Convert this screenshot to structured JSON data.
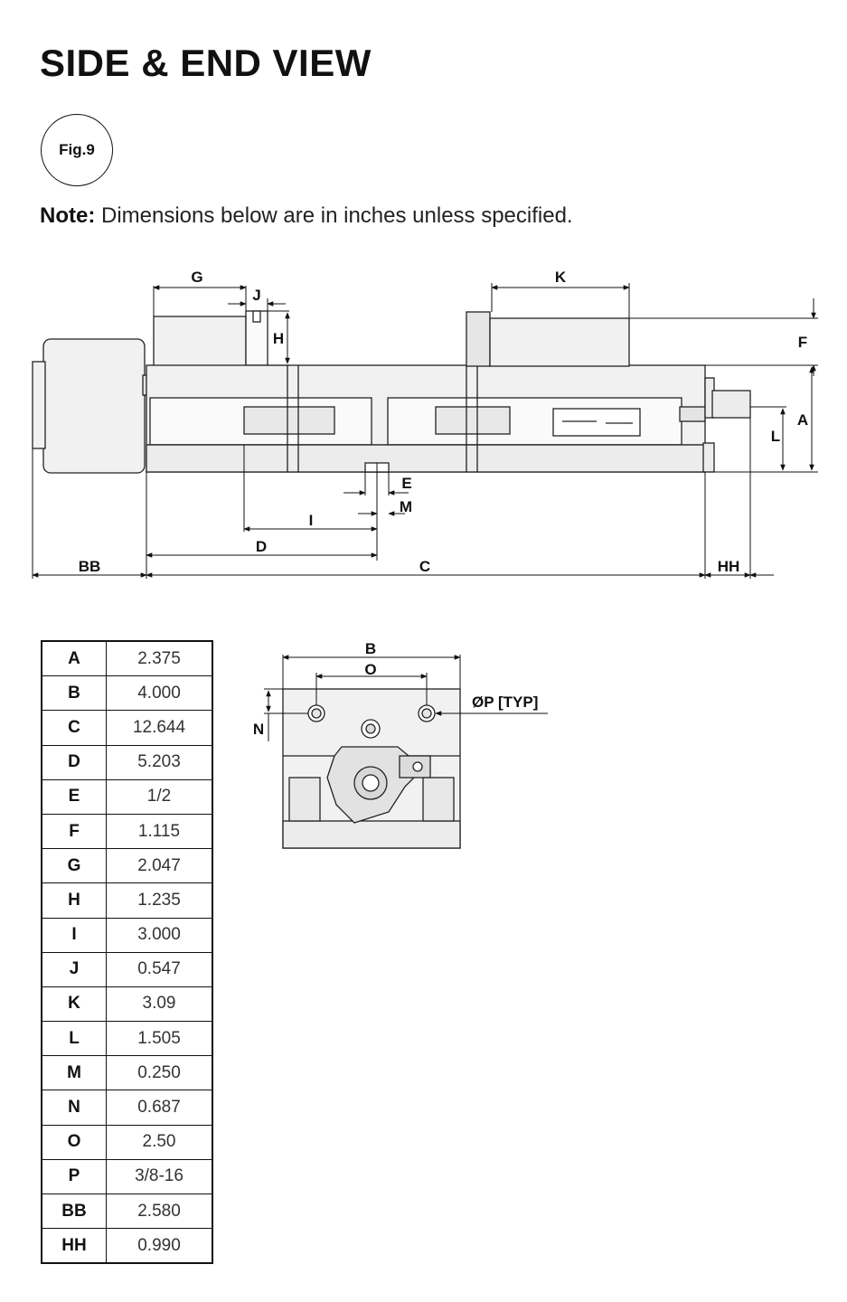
{
  "header": {
    "title": "SIDE & END VIEW",
    "figure_label": "Fig.9"
  },
  "note": {
    "label": "Note:",
    "text": " Dimensions below are in inches unless specified."
  },
  "side_view_labels": {
    "G": "G",
    "J": "J",
    "H": "H",
    "K": "K",
    "F": "F",
    "A": "A",
    "L": "L",
    "E": "E",
    "M": "M",
    "I": "I",
    "D": "D",
    "BB": "BB",
    "C": "C",
    "HH": "HH"
  },
  "end_view_labels": {
    "B": "B",
    "O": "O",
    "N": "N",
    "P": "ØP [TYP]"
  },
  "dimensions": [
    {
      "key": "A",
      "value": "2.375"
    },
    {
      "key": "B",
      "value": "4.000"
    },
    {
      "key": "C",
      "value": "12.644"
    },
    {
      "key": "D",
      "value": "5.203"
    },
    {
      "key": "E",
      "value": "1/2"
    },
    {
      "key": "F",
      "value": "1.115"
    },
    {
      "key": "G",
      "value": "2.047"
    },
    {
      "key": "H",
      "value": "1.235"
    },
    {
      "key": "I",
      "value": "3.000"
    },
    {
      "key": "J",
      "value": "0.547"
    },
    {
      "key": "K",
      "value": "3.09"
    },
    {
      "key": "L",
      "value": "1.505"
    },
    {
      "key": "M",
      "value": "0.250"
    },
    {
      "key": "N",
      "value": "0.687"
    },
    {
      "key": "O",
      "value": "2.50"
    },
    {
      "key": "P",
      "value": "3/8-16"
    },
    {
      "key": "BB",
      "value": "2.580"
    },
    {
      "key": "HH",
      "value": "0.990"
    }
  ]
}
